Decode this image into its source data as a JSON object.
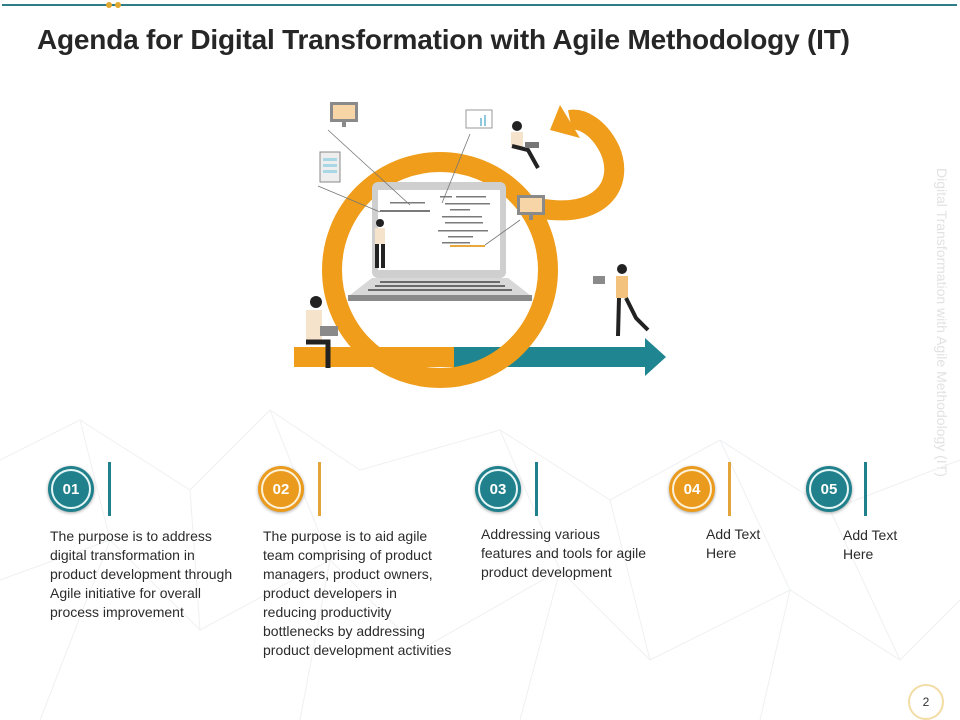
{
  "slide": {
    "title": "Agenda for Digital Transformation with Agile Methodology (IT)",
    "side_label": "Digital Transformation with Agile Methodology (IT)",
    "page_number": "2"
  },
  "colors": {
    "teal": "#20818c",
    "orange": "#ea9b1d",
    "rule": "#2e7d87",
    "text": "#262626"
  },
  "illustration": {
    "description": "Agile cycle loop arrow around a laptop with code, people working with laptops, forward teal arrow"
  },
  "steps": [
    {
      "number": "01",
      "color": "teal",
      "text": "The purpose is to address\ndigital transformation  in\nproduct development through\nAgile initiative for overall\nprocess improvement"
    },
    {
      "number": "02",
      "color": "orange",
      "text": "The purpose is to aid agile\nteam comprising of product\nmanagers, product owners,\nproduct developers in\nreducing productivity\nbottlenecks by addressing\nproduct development activities"
    },
    {
      "number": "03",
      "color": "teal",
      "text": "Addressing various\nfeatures and tools for agile\nproduct development"
    },
    {
      "number": "04",
      "color": "orange",
      "text": "Add Text\nHere"
    },
    {
      "number": "05",
      "color": "teal",
      "text": "Add Text\nHere"
    }
  ]
}
